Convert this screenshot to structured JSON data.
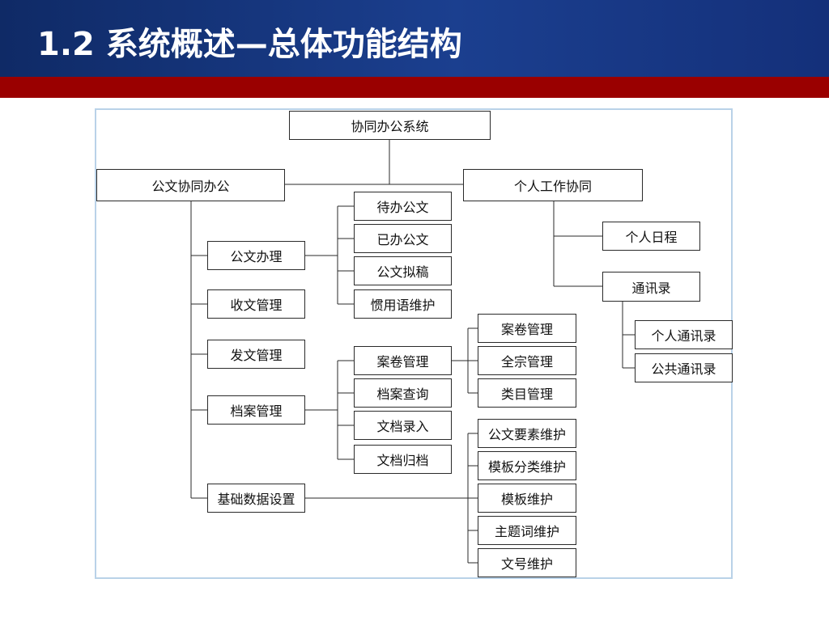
{
  "slide": {
    "title": "1.2 系统概述—总体功能结构"
  },
  "diagram": {
    "root": "协同办公系统",
    "official": {
      "label": "公文协同办公",
      "processing": {
        "label": "公文办理",
        "children": [
          "待办公文",
          "已办公文",
          "公文拟稿",
          "惯用语维护"
        ]
      },
      "receiving": "收文管理",
      "sending": "发文管理",
      "archives": {
        "label": "档案管理",
        "children": [
          "案卷管理",
          "档案查询",
          "文档录入",
          "文档归档"
        ],
        "dossier_children": [
          "案卷管理",
          "全宗管理",
          "类目管理"
        ]
      },
      "basic_settings": {
        "label": "基础数据设置",
        "children": [
          "公文要素维护",
          "模板分类维护",
          "模板维护",
          "主题词维护",
          "文号维护"
        ]
      }
    },
    "personal": {
      "label": "个人工作协同",
      "schedule": "个人日程",
      "contacts": {
        "label": "通讯录",
        "children": [
          "个人通讯录",
          "公共通讯录"
        ]
      }
    }
  }
}
